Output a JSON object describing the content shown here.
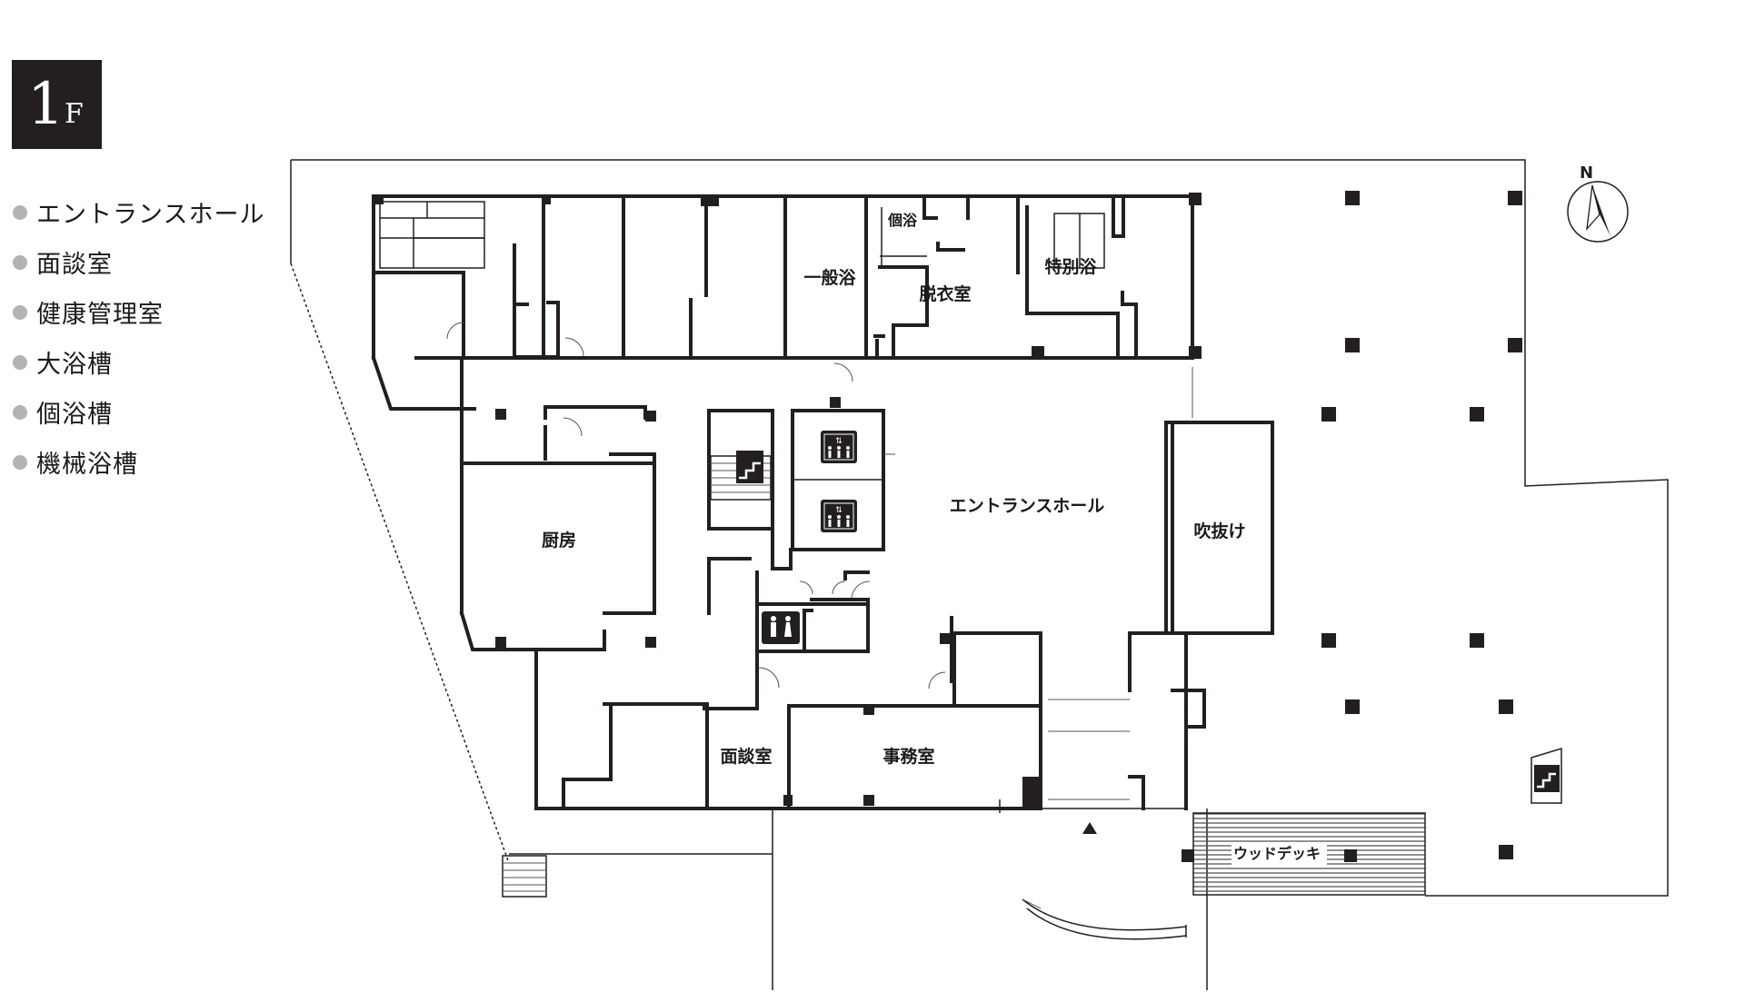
{
  "floor": {
    "number": "1",
    "unit": "F"
  },
  "legend": {
    "items": [
      "エントランスホール",
      "面談室",
      "健康管理室",
      "大浴槽",
      "個浴槽",
      "機械浴槽"
    ],
    "dot_color": "#b3b3b3"
  },
  "rooms": {
    "general_bath": "一般浴",
    "individual_bath": "個浴",
    "dressing_room": "脱衣室",
    "special_bath": "特別浴",
    "entrance_hall": "エントランスホール",
    "atrium": "吹抜け",
    "kitchen": "厨房",
    "consultation_room": "面談室",
    "office": "事務室",
    "wood_deck": "ウッドデッキ"
  },
  "compass": {
    "label": "N"
  },
  "icons": [
    "stairs-icon",
    "elevator-icon",
    "restroom-icon",
    "north-arrow-icon",
    "entrance-triangle-icon"
  ],
  "colors": {
    "wall": "#231f20",
    "badge_bg": "#231f20",
    "deck": "#555555"
  }
}
